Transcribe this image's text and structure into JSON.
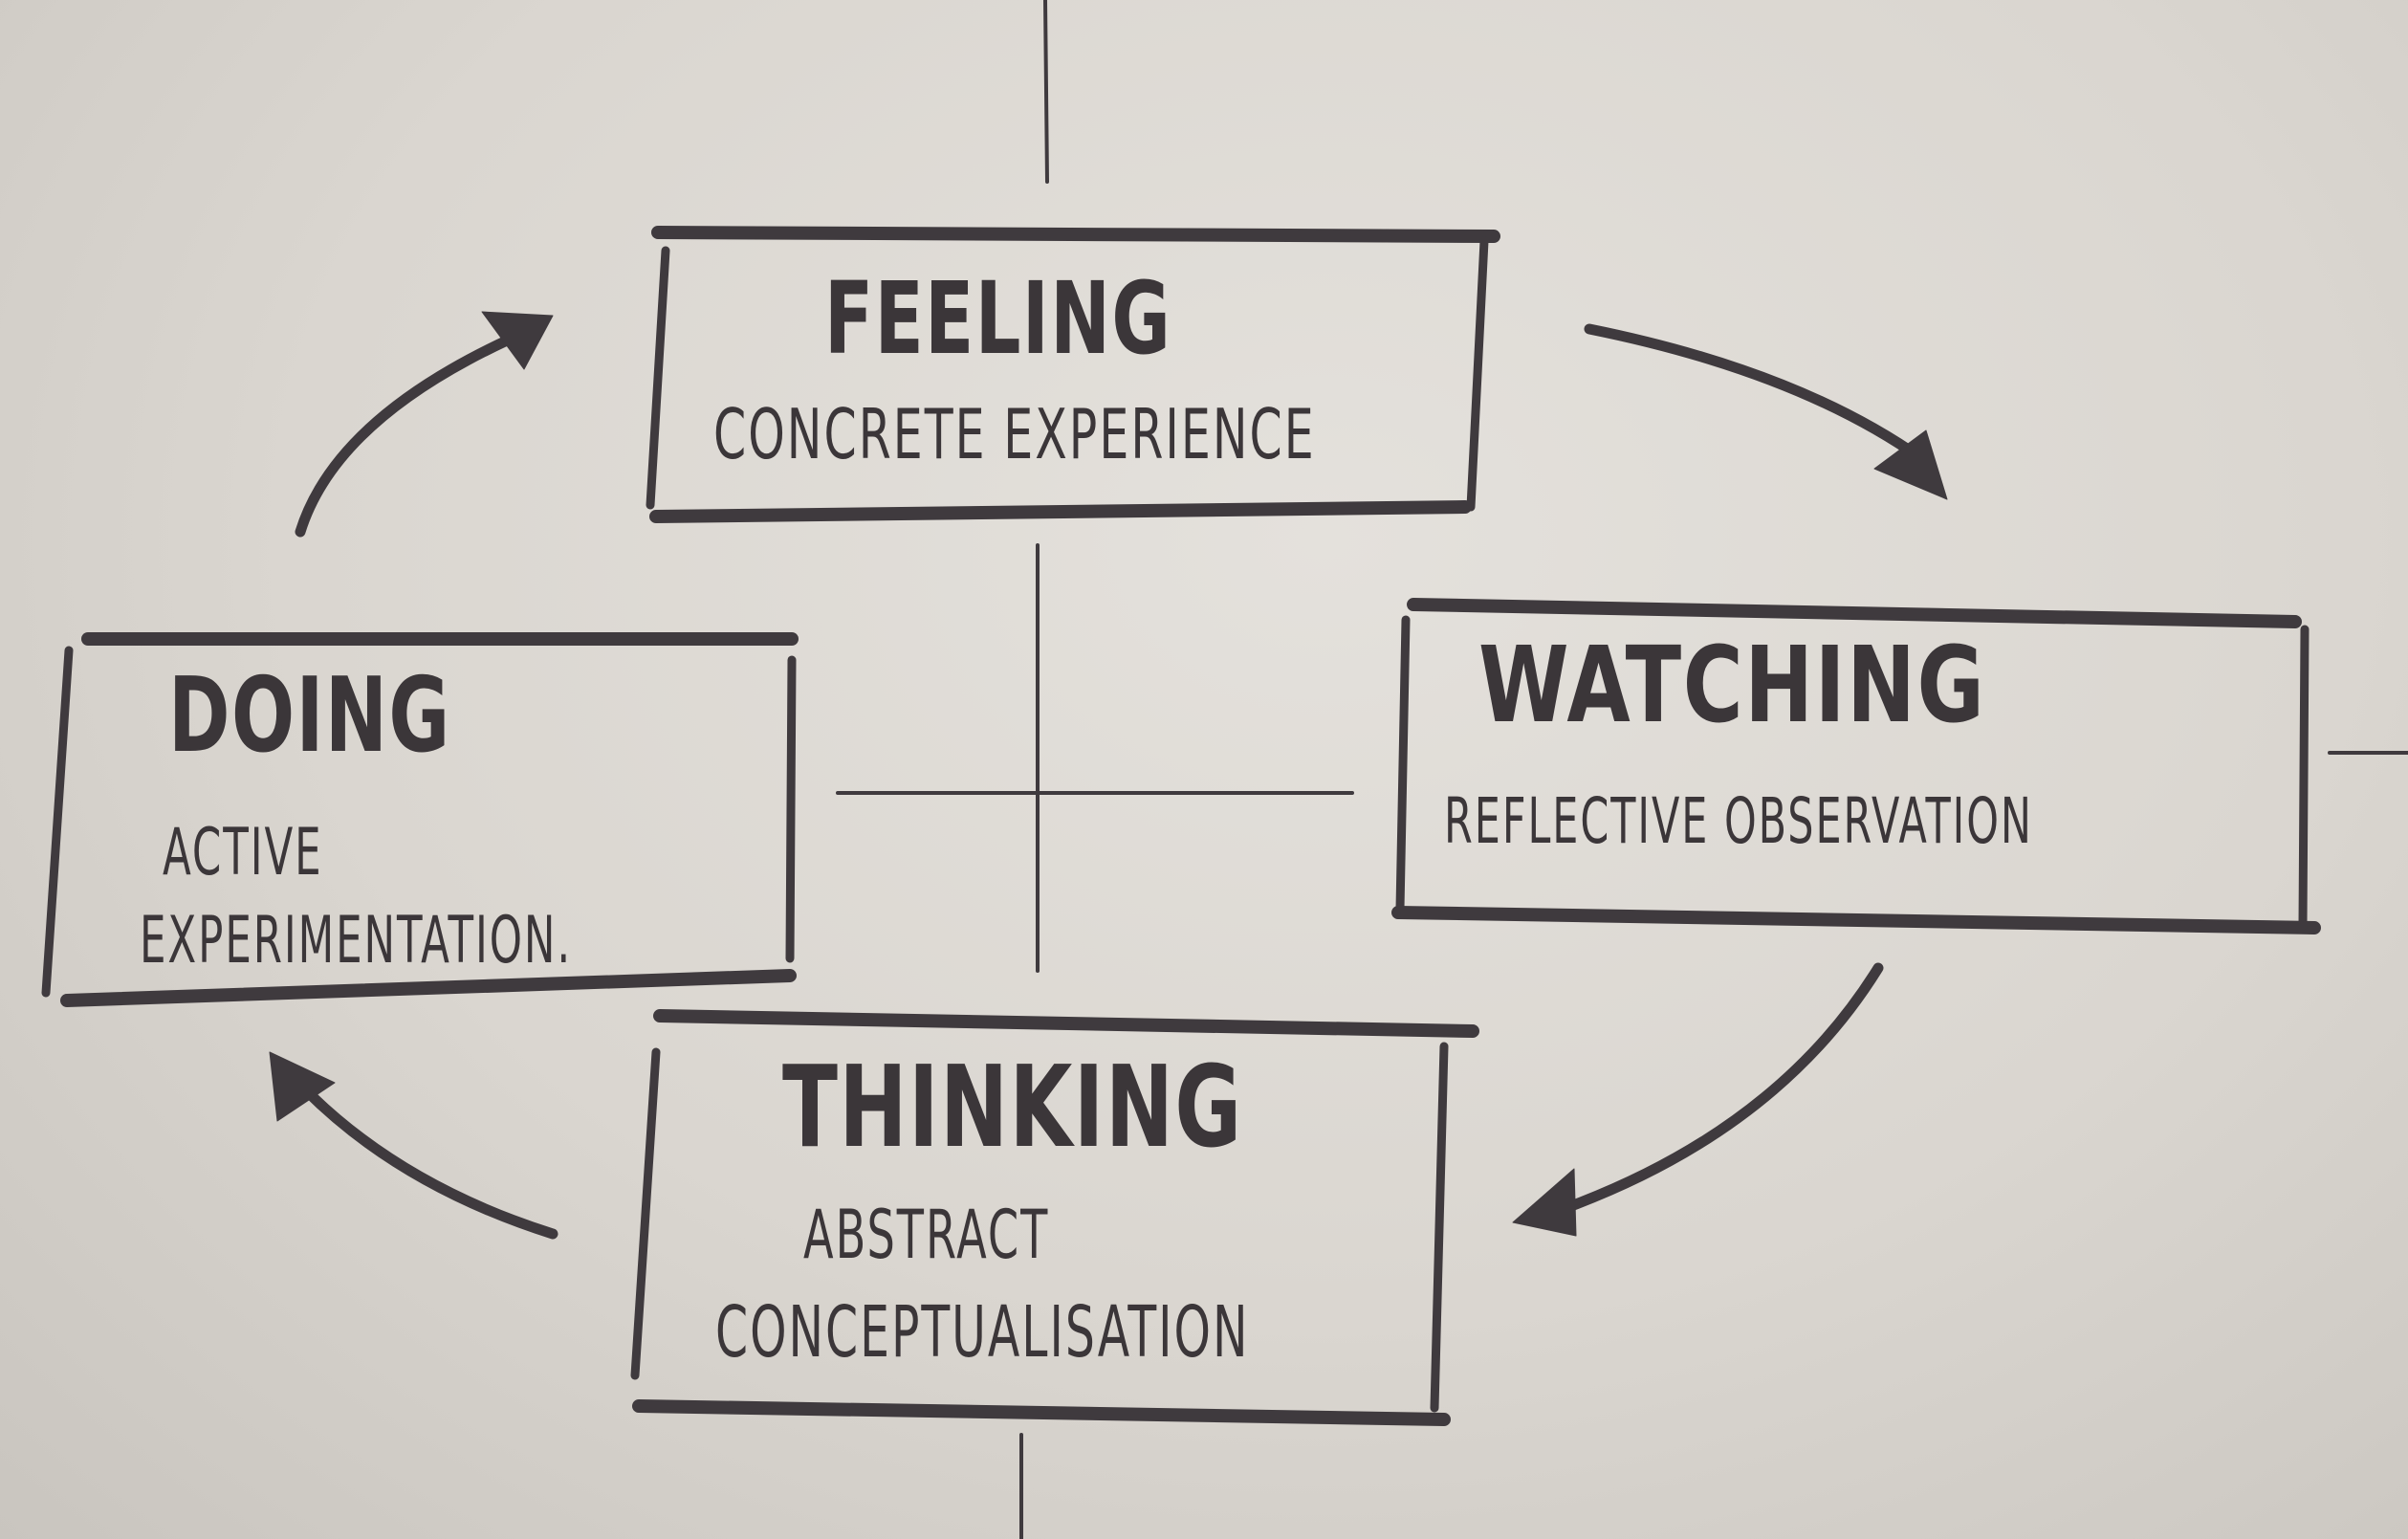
{
  "stages": {
    "feeling": {
      "title": "FEELING",
      "subtitle": "CONCRETE EXPERIENCE"
    },
    "watching": {
      "title": "WATCHING",
      "subtitle": "REFLECTIVE OBSERVATION"
    },
    "thinking": {
      "title": "THINKING",
      "subtitle_line1": "ABSTRACT",
      "subtitle_line2": "CONCEPTUALISATION"
    },
    "doing": {
      "title": "DOING",
      "subtitle_line1": "ACTIVE",
      "subtitle_line2": "EXPERIMENTATION."
    }
  },
  "colors": {
    "ink": "#3f3a3e",
    "paper": "#dcd8d2"
  }
}
